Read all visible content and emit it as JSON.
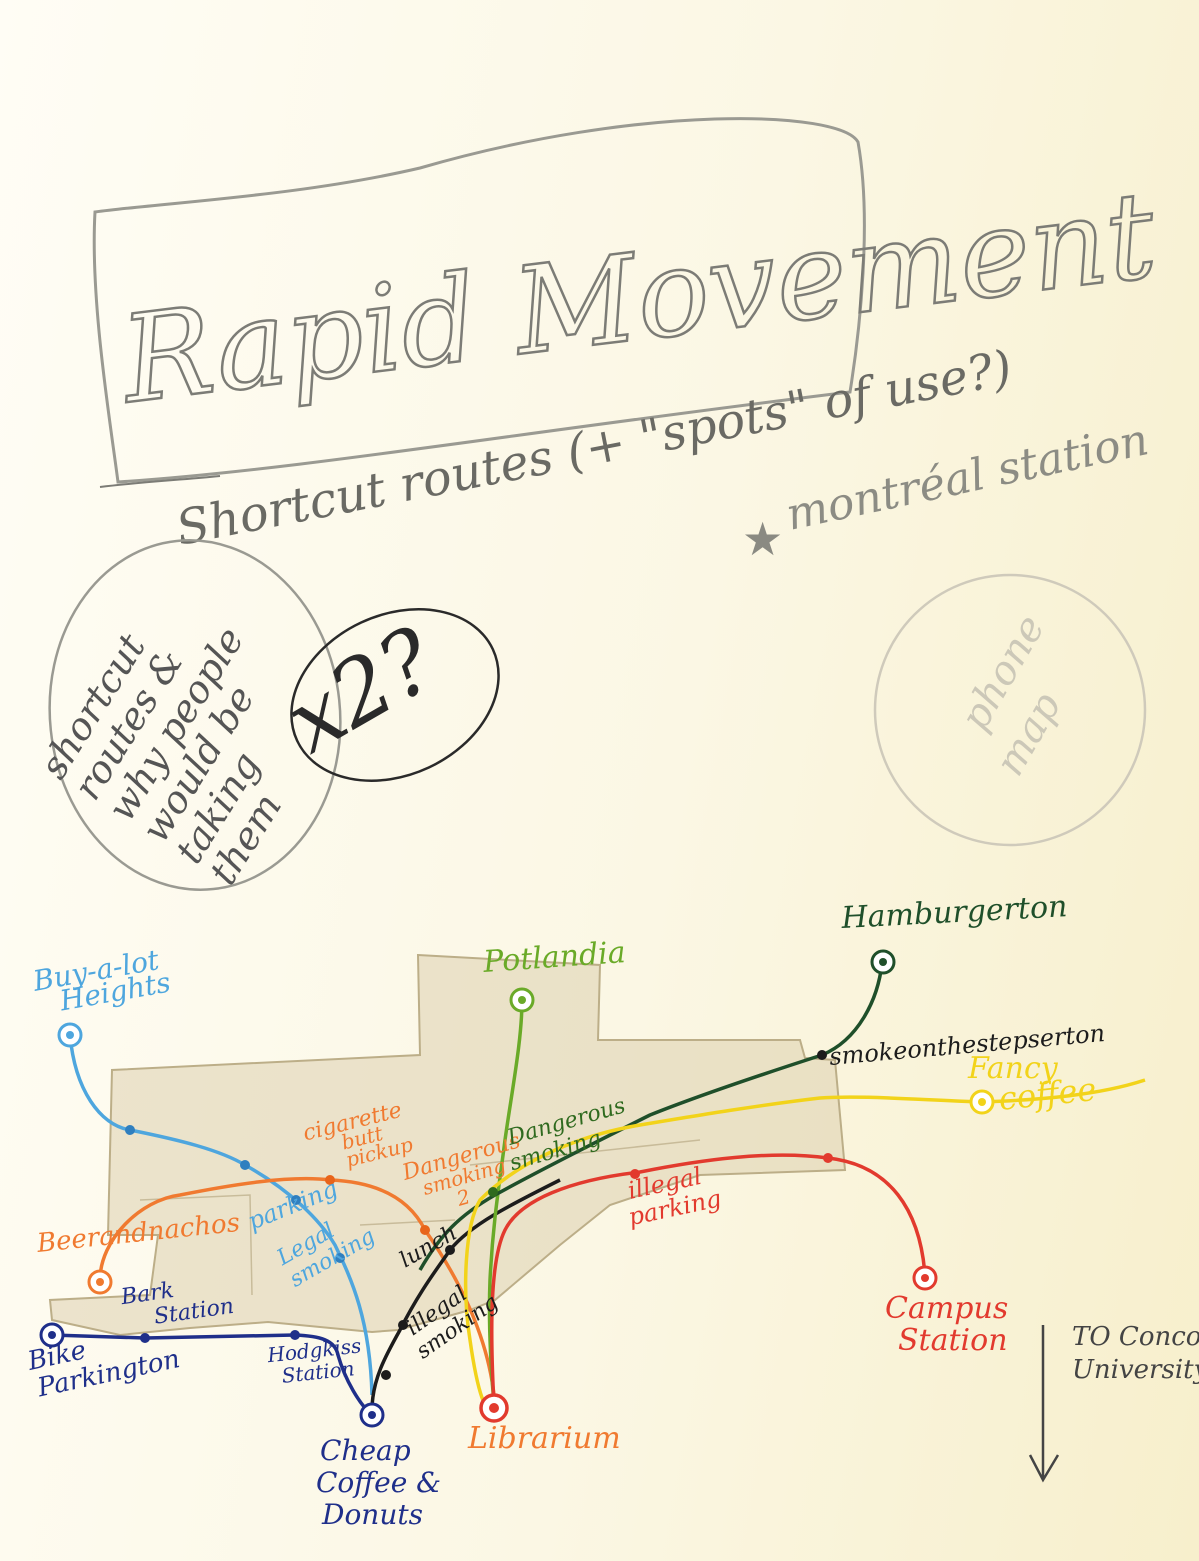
{
  "header": {
    "title": "Rapid Movement",
    "subtitle": "Shortcut routes (+ \"spots\" of use?)",
    "montreal_note": "montréal station"
  },
  "notes": {
    "left_bubble": [
      "shortcut",
      "routes &",
      "why people",
      "would be",
      "taking",
      "them"
    ],
    "x2_note": "x2?",
    "right_bubble": [
      "phone",
      "map"
    ]
  },
  "colors": {
    "light_blue": "#4ea6de",
    "orange": "#f07a30",
    "navy": "#1f2f8a",
    "black": "#1c1c1c",
    "green": "#6aaa28",
    "dark_green": "#1f4f2a",
    "yellow": "#f2d31a",
    "red": "#e23a2e",
    "building": "#d9ceac"
  },
  "map": {
    "terminals": {
      "buy_a_lot": [
        "Buy-a-lot",
        "Heights"
      ],
      "potlandia": "Potlandia",
      "hamburgerton": "Hamburgerton",
      "beerandnachos": "Beerandnachos",
      "bike": [
        "Bike",
        "Parkington"
      ],
      "cheap_coffee": [
        "Cheap",
        "Coffee &",
        "Donuts"
      ],
      "librarium": "Librarium",
      "campus": [
        "Campus",
        "Station"
      ],
      "fancy_coffee": [
        "Fancy",
        "coffee"
      ]
    },
    "stops": {
      "bark": [
        "Bark",
        "Station"
      ],
      "hodgkiss": [
        "Hodgkiss",
        "Station"
      ],
      "cigarette": [
        "cigarette",
        "butt",
        "pickup"
      ],
      "dangerous_smoking_2": [
        "Dangerous",
        "smoking",
        "2"
      ],
      "dangerous_smoking": [
        "Dangerous",
        "smoking"
      ],
      "parking": "parking",
      "legal_smoking": [
        "Legal",
        "smoking"
      ],
      "lunch": "lunch",
      "illegal_smoking": [
        "illegal",
        "smoking"
      ],
      "illegal_parking": [
        "illegal",
        "parking"
      ],
      "smoke_on_the_steps": "smokeonthestepserton"
    },
    "concordia": [
      "TO Concordia",
      "University"
    ]
  }
}
